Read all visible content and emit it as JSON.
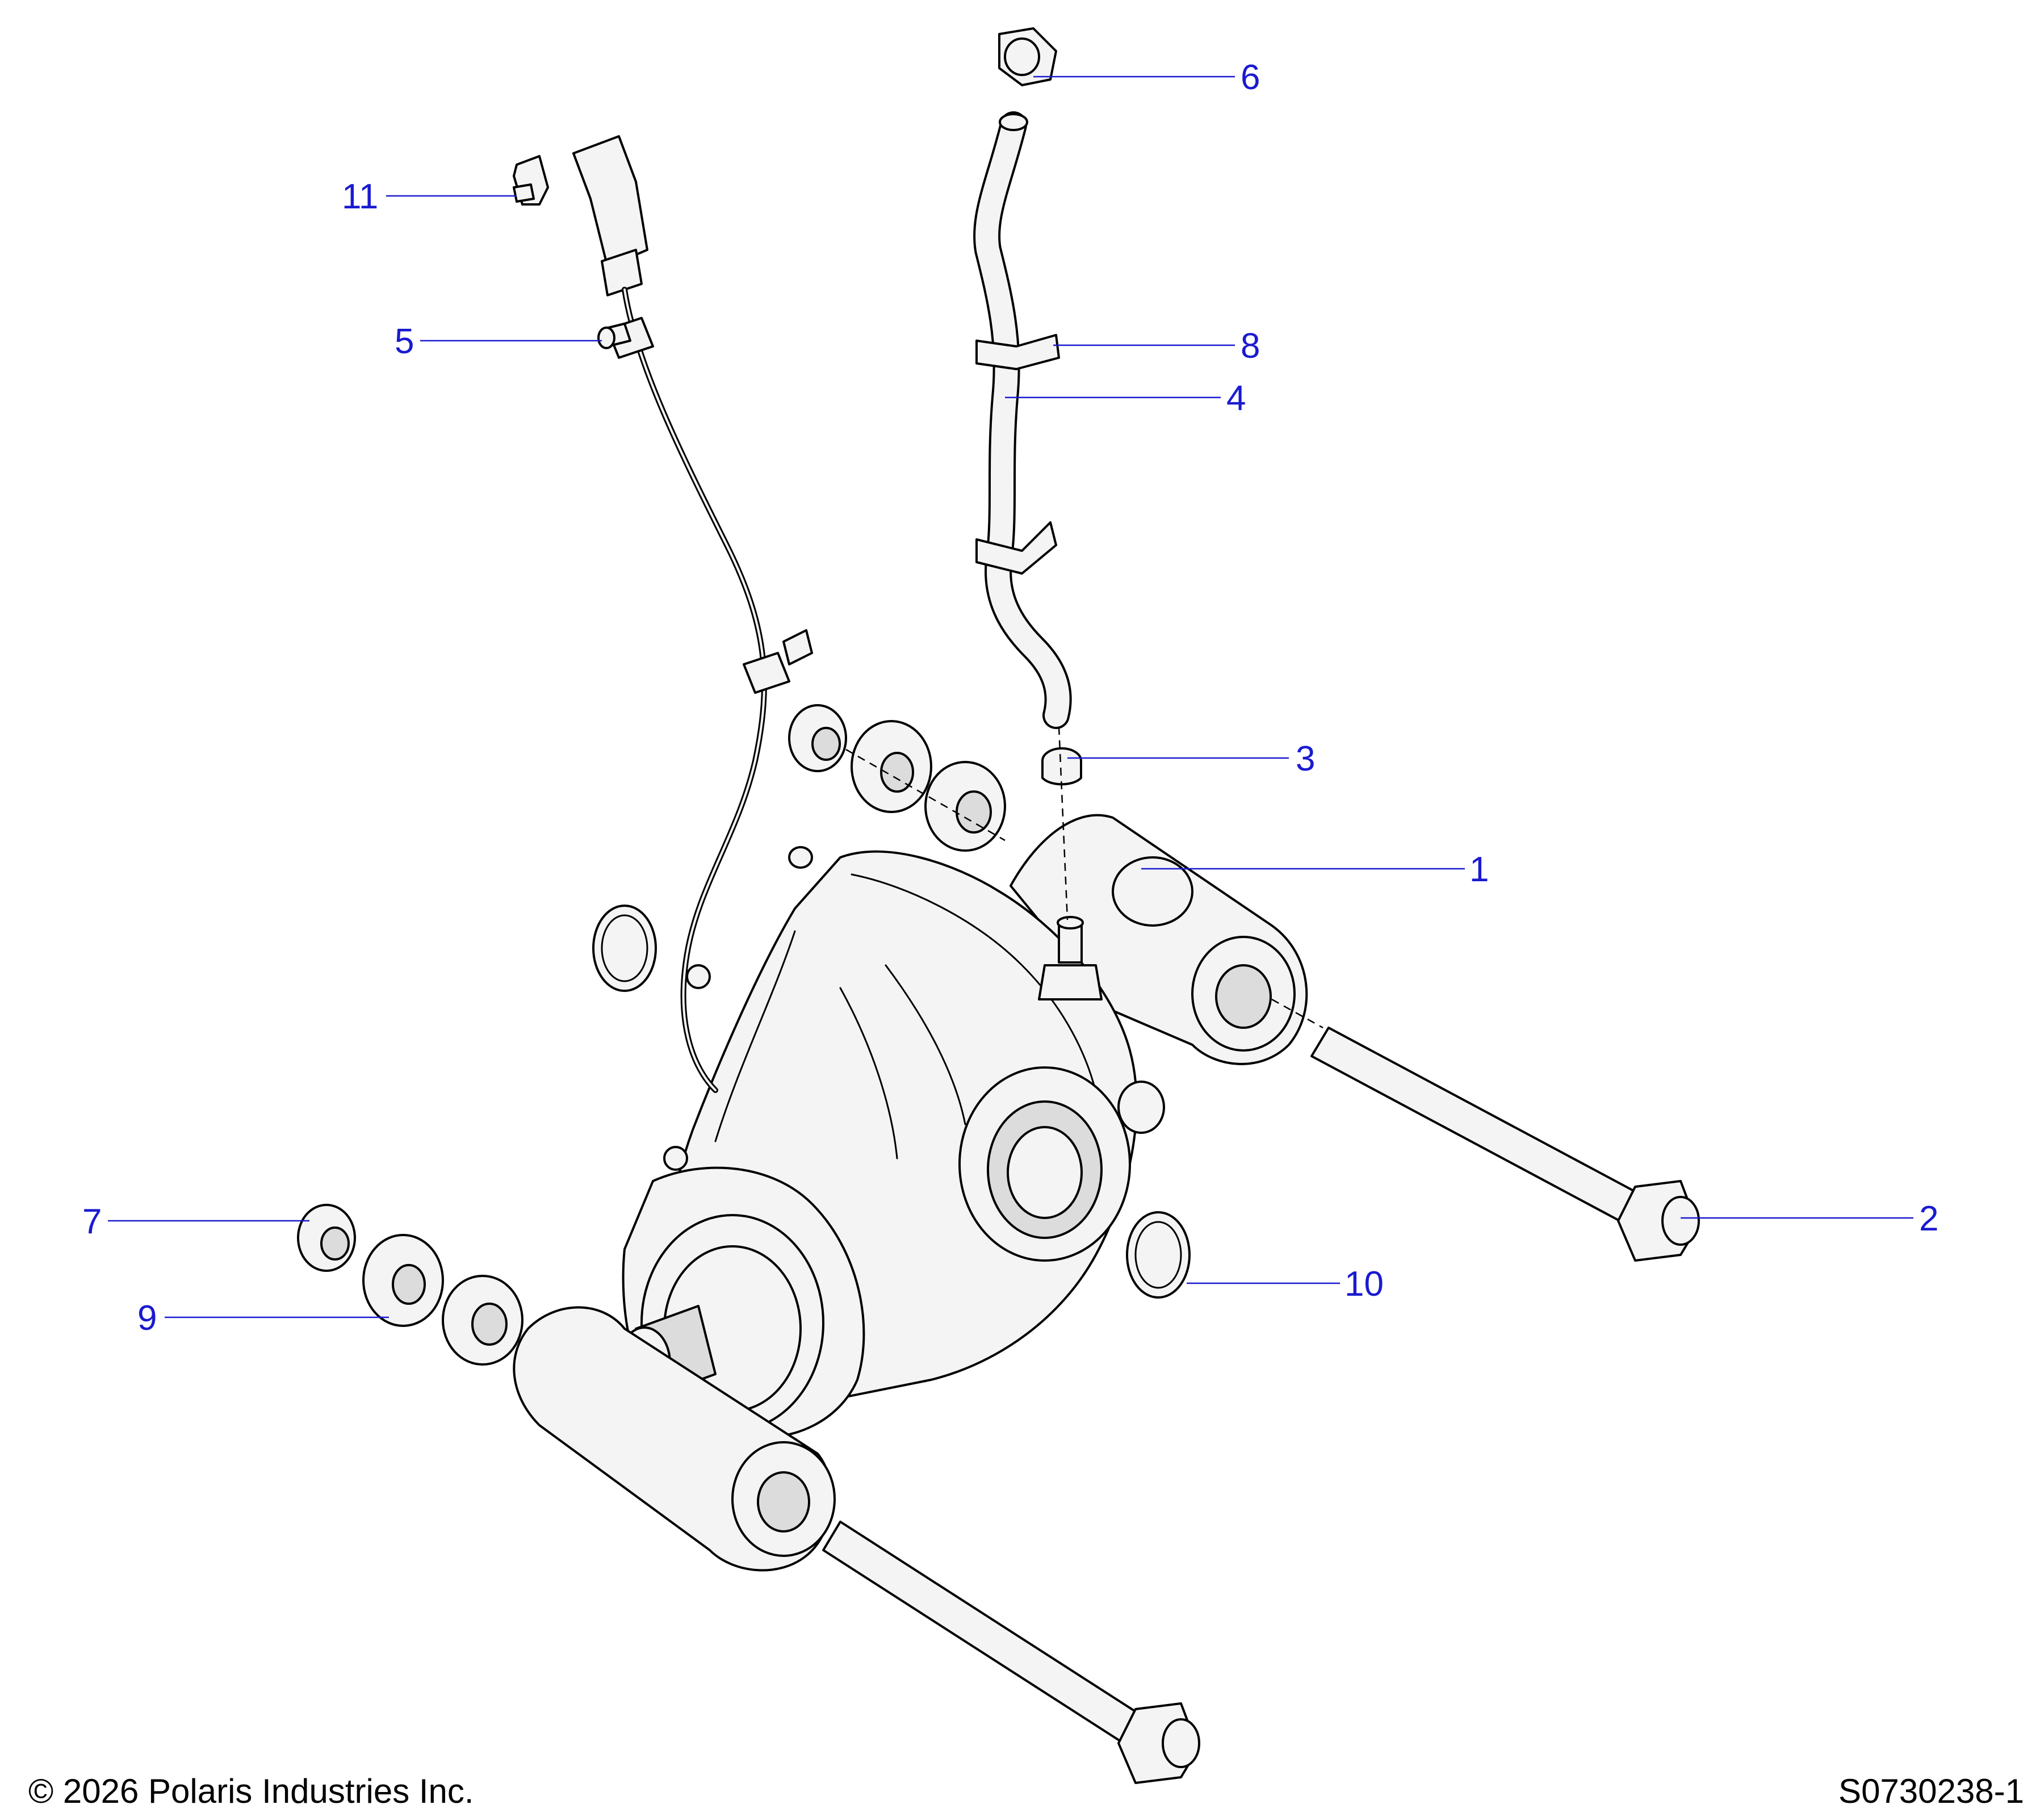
{
  "diagram": {
    "callouts": [
      {
        "id": "1",
        "label": "1"
      },
      {
        "id": "2",
        "label": "2"
      },
      {
        "id": "3",
        "label": "3"
      },
      {
        "id": "4",
        "label": "4"
      },
      {
        "id": "5",
        "label": "5"
      },
      {
        "id": "6",
        "label": "6"
      },
      {
        "id": "7",
        "label": "7"
      },
      {
        "id": "8",
        "label": "8"
      },
      {
        "id": "9",
        "label": "9"
      },
      {
        "id": "10",
        "label": "10"
      },
      {
        "id": "11",
        "label": "11"
      }
    ],
    "copyright": "© 2026 Polaris Industries Inc.",
    "drawing_number": "S0730238-1",
    "colors": {
      "callout": "#1a1ad0",
      "line_art": "#000000"
    }
  }
}
